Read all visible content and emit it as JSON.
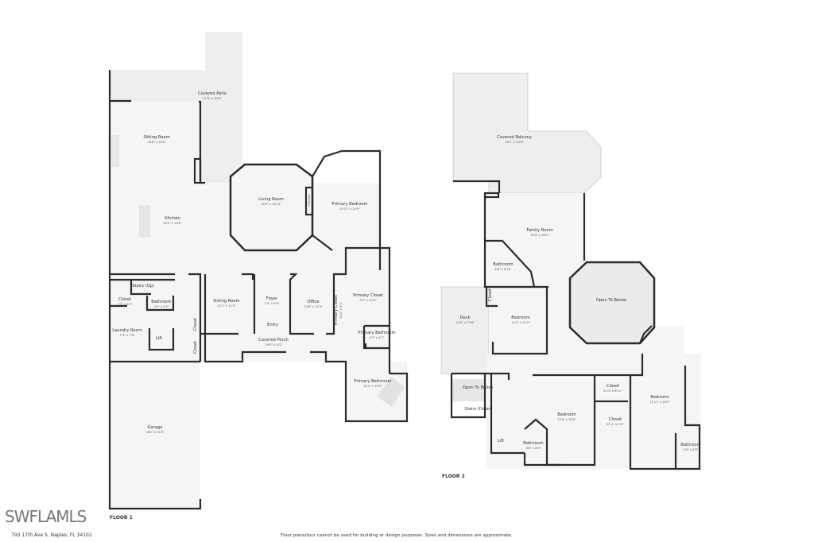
{
  "floor1": {
    "label": "FLOOR 1",
    "rooms": [
      {
        "name": "Covered Patio",
        "dim": "27'2\" x 30'6\""
      },
      {
        "name": "Sitting Room",
        "dim": "18'8\" x 16'4\""
      },
      {
        "name": "Kitchen",
        "dim": "24'2\" x 18'0\""
      },
      {
        "name": "Living Room",
        "dim": "16'9\" x 14'10\""
      },
      {
        "name": "Fireplace",
        "dim": ""
      },
      {
        "name": "Primary Bedroom",
        "dim": "12'11\" x 24'9\""
      },
      {
        "name": "Stairs (Up)",
        "dim": ""
      },
      {
        "name": "Closet",
        "dim": "7'3\" x 6'9\""
      },
      {
        "name": "Bathroom",
        "dim": "5'0\" x 5'3\""
      },
      {
        "name": "Laundry Room",
        "dim": "7'3\" x 7'8\""
      },
      {
        "name": "Lift",
        "dim": ""
      },
      {
        "name": "Closet",
        "dim": ""
      },
      {
        "name": "Closet",
        "dim": ""
      },
      {
        "name": "Dining Room",
        "dim": "12'1\" x 12'3\""
      },
      {
        "name": "Foyer",
        "dim": "7'2\" x 9'6\""
      },
      {
        "name": "Entry",
        "dim": ""
      },
      {
        "name": "Office",
        "dim": "10'6\" x 12'3\""
      },
      {
        "name": "Primary Closet",
        "dim": "5'10\" x 8'1\""
      },
      {
        "name": "Primary Closet",
        "dim": "9'3\" x 20'3\""
      },
      {
        "name": "Primary Bathroom",
        "dim": "4'7\" x 4'7\""
      },
      {
        "name": "Covered Porch",
        "dim": "39'5\" x 9'3\""
      },
      {
        "name": "Primary Bathroom",
        "dim": "12'2\" x 14'5\""
      },
      {
        "name": "Garage",
        "dim": "18'2\" x 35'9\""
      }
    ]
  },
  "floor2": {
    "label": "FLOOR 2",
    "rooms": [
      {
        "name": "Covered Balcony",
        "dim": "29'7\" x 24'6\""
      },
      {
        "name": "Family Room",
        "dim": "20'0\" x 18'5\""
      },
      {
        "name": "Bathroom",
        "dim": "8'8\" x 8'10\""
      },
      {
        "name": "Open To Below",
        "dim": ""
      },
      {
        "name": "Deck",
        "dim": "10'5\" x 13'6\""
      },
      {
        "name": "Closet",
        "dim": ""
      },
      {
        "name": "Bedroom",
        "dim": "14'7\" x 13'2\""
      },
      {
        "name": "Open To Below",
        "dim": ""
      },
      {
        "name": "Stairs (Down)",
        "dim": ""
      },
      {
        "name": "Lift",
        "dim": ""
      },
      {
        "name": "Bathroom",
        "dim": "8'8\" x 8'4\""
      },
      {
        "name": "Bedroom",
        "dim": "12'6\" x 18'5\""
      },
      {
        "name": "Closet",
        "dim": "6'11\" x 6'11\""
      },
      {
        "name": "Closet",
        "dim": "6'11\" x 5'5\""
      },
      {
        "name": "Bedroom",
        "dim": "11'11\" x 28'2\""
      },
      {
        "name": "Bathroom",
        "dim": "5'0\" x 8'6\""
      }
    ]
  },
  "footer": {
    "address": "793 17th Ave S, Naples, FL 34102",
    "disclaimer": "Floor plans/tour cannot be used for building or design purposes. Sizes and dimensions are approximate.",
    "watermark": "SWFLAMLS"
  },
  "colors": {
    "wall": "#2b2b2b",
    "floor": "#f5f5f5",
    "outdoor": "#eeeeee",
    "open": "#e9e9e9"
  }
}
